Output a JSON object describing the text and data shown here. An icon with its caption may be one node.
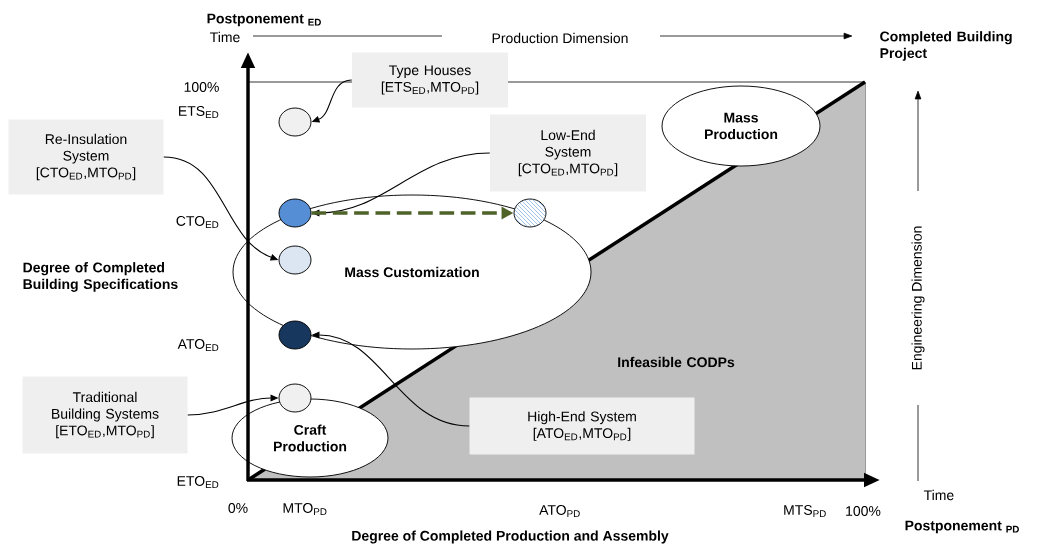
{
  "diagram": {
    "nodes": [
      {
        "text": [
          "Type Houses [ETS$_{ED}$,MTO$_{PD}$]"
        ]
      },
      {
        "text": [
          "Re-Insulation System [CTO$_{ED}$,MTO$_{PD}$]"
        ]
      },
      {
        "text": [
          "Low-End System [CTO$_{ED}$,MTO$_{PD}$]"
        ]
      },
      {
        "text": [
          "Mass Production"
        ]
      },
      {
        "text": [
          "Mass Customization"
        ]
      },
      {
        "text": [
          "Infeasible CODPs"
        ]
      },
      {
        "text": [
          "Traditional Building Systems [ETO$_{ED}$,MTO$_{PD}$]"
        ]
      },
      {
        "text": [
          "High-End System [ATO$_{ED}$,MTO$_{PD}$]"
        ],
        "in": 5
      },
      {
        "text": [
          "Craft Production"
        ]
      },
      {
        "text": [],
        "shape": "circle"
      },
      {
        "text": [],
        "shape": "circle"
      },
      {
        "text": [],
        "shape": "circle"
      },
      {
        "text": [],
        "shape": "circle",
        "in": 4
      },
      {
        "text": [],
        "shape": "circle"
      },
      {
        "text": [],
        "shape": "circle"
      }
    ],
    "edges": [
      {
        "from": 0,
        "to": 9,
        "arrow": "to"
      },
      {
        "from": 1,
        "to": 12,
        "arrow": "to"
      },
      {
        "from": 2,
        "to": 10,
        "arrow": "to"
      },
      {
        "from": 6,
        "to": 14,
        "arrow": "to"
      },
      {
        "from": 7,
        "to": 13,
        "arrow": "to"
      },
      {
        "from": 10,
        "to": 11,
        "arrow": "to",
        "style": "dashed",
        "color": "#4f6228"
      }
    ],
    "labels": [
      "Postponement $_{ED}$",
      "Time",
      "Production Dimension",
      "Completed Building Project",
      "100%",
      "ETS$_{ED}$",
      "CTO$_{ED}$",
      "Degree of Completed Building Specifications",
      "ATO$_{ED}$",
      "ETO$_{ED}$",
      "Engineering Dimension",
      "Time",
      "0%",
      "MTO$_{PD}$",
      "ATO$_{PD}$",
      "MTS$_{PD}$",
      "100%",
      "Postponement $_{PD}$",
      "Degree of Completed Production and Assembly"
    ]
  }
}
